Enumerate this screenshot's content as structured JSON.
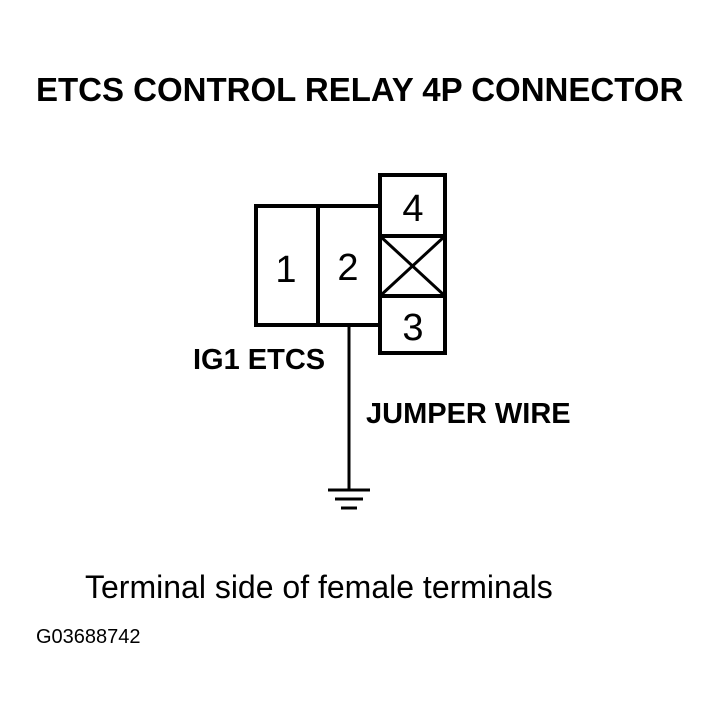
{
  "title": "ETCS CONTROL RELAY 4P CONNECTOR",
  "connector": {
    "pins": {
      "p1": "1",
      "p2": "2",
      "p3": "3",
      "p4": "4"
    }
  },
  "labels": {
    "terminal_label": "IG1 ETCS",
    "wire_label": "JUMPER WIRE"
  },
  "caption": "Terminal side of female terminals",
  "figure_id": "G03688742"
}
